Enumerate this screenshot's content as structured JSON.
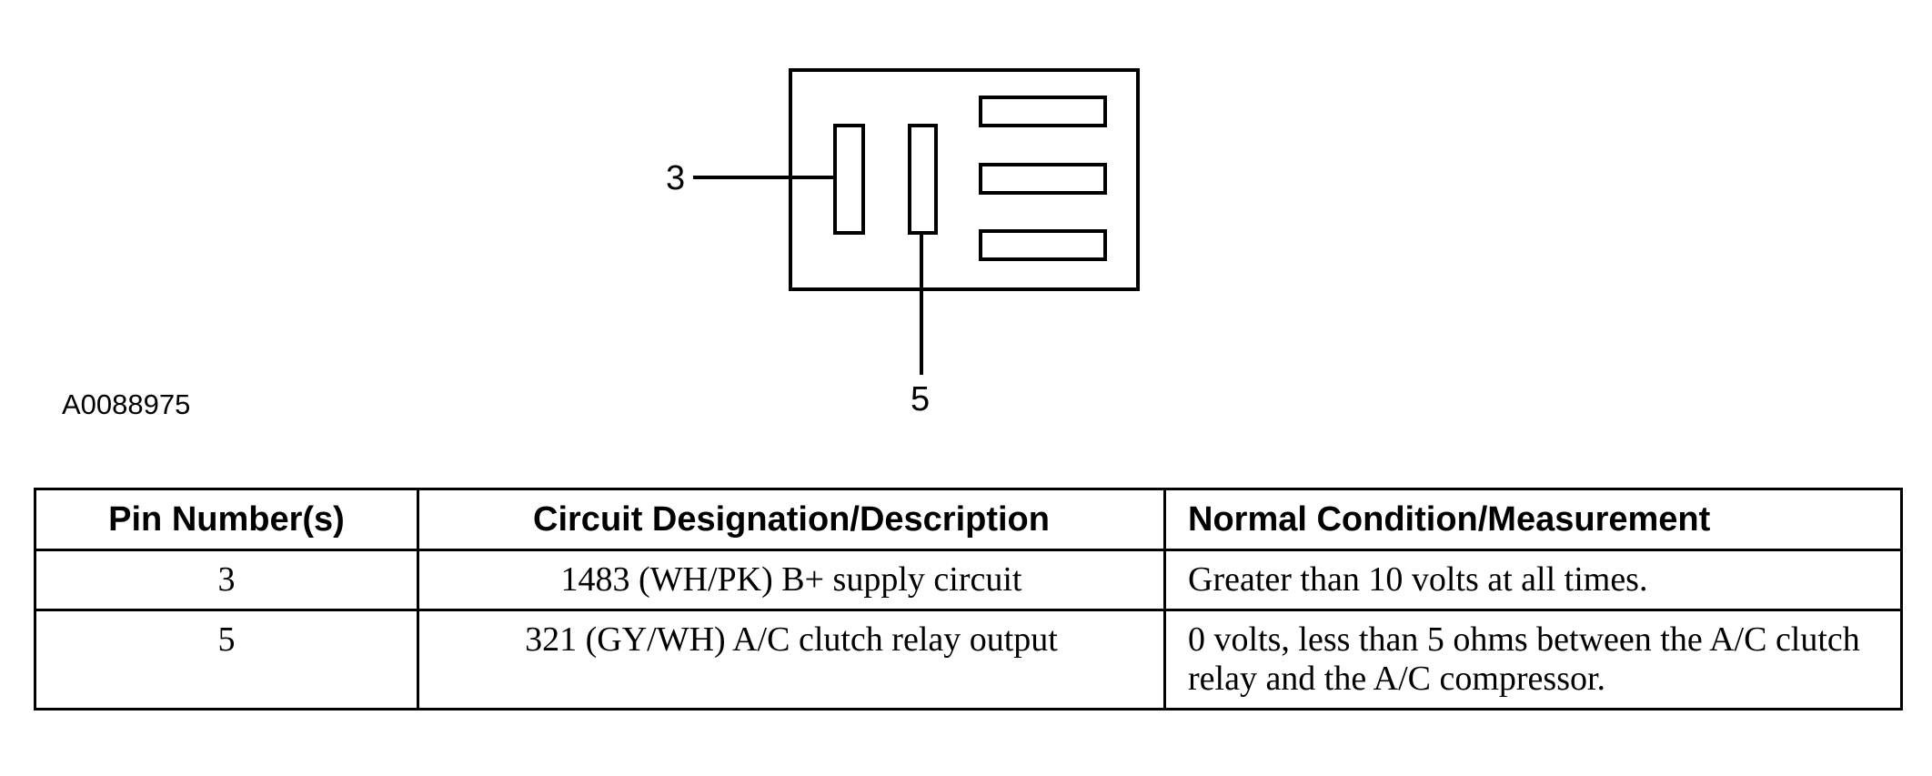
{
  "figure": {
    "id": "A0088975",
    "pin_labels": [
      "3",
      "5"
    ]
  },
  "table": {
    "headers": [
      "Pin Number(s)",
      "Circuit Designation/Description",
      "Normal Condition/Measurement"
    ],
    "rows": [
      [
        "3",
        "1483 (WH/PK) B+ supply circuit",
        "Greater than 10 volts at all times."
      ],
      [
        "5",
        "321 (GY/WH) A/C clutch relay output",
        "0 volts, less than 5 ohms between the A/C clutch relay and the A/C compressor."
      ]
    ]
  }
}
